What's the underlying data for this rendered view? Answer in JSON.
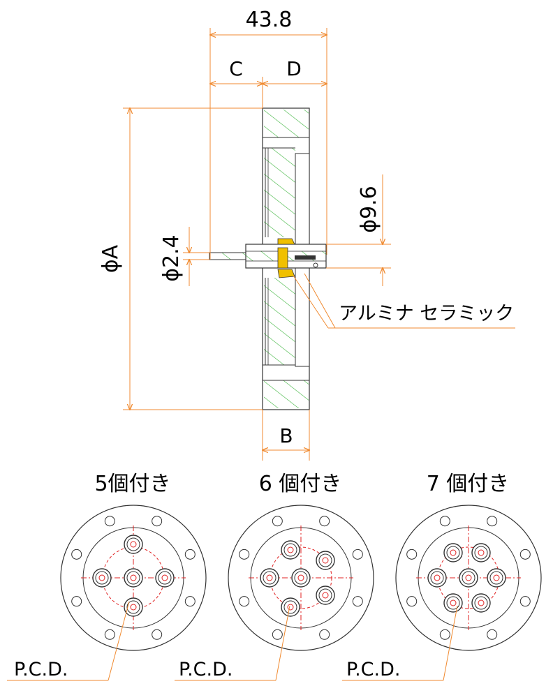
{
  "side_view": {
    "dim_overall": "43.8",
    "dim_c": "C",
    "dim_d": "D",
    "dim_b": "B",
    "dim_phi_a": "ϕA",
    "dim_phi_9_6": "ϕ9.6",
    "dim_phi_2_4": "ϕ2.4",
    "material_label": "アルミナ セラミック"
  },
  "variants": [
    {
      "title": "5個付き",
      "pcd_label": "P.C.D."
    },
    {
      "title": "6 個付き",
      "pcd_label": "P.C.D."
    },
    {
      "title": "7 個付き",
      "pcd_label": "P.C.D."
    }
  ],
  "colors": {
    "dimension": "#f08a30",
    "hatch": "#3cb43c",
    "centerline": "#e02020",
    "outline": "#333333",
    "ceramic": "#f0c000"
  }
}
